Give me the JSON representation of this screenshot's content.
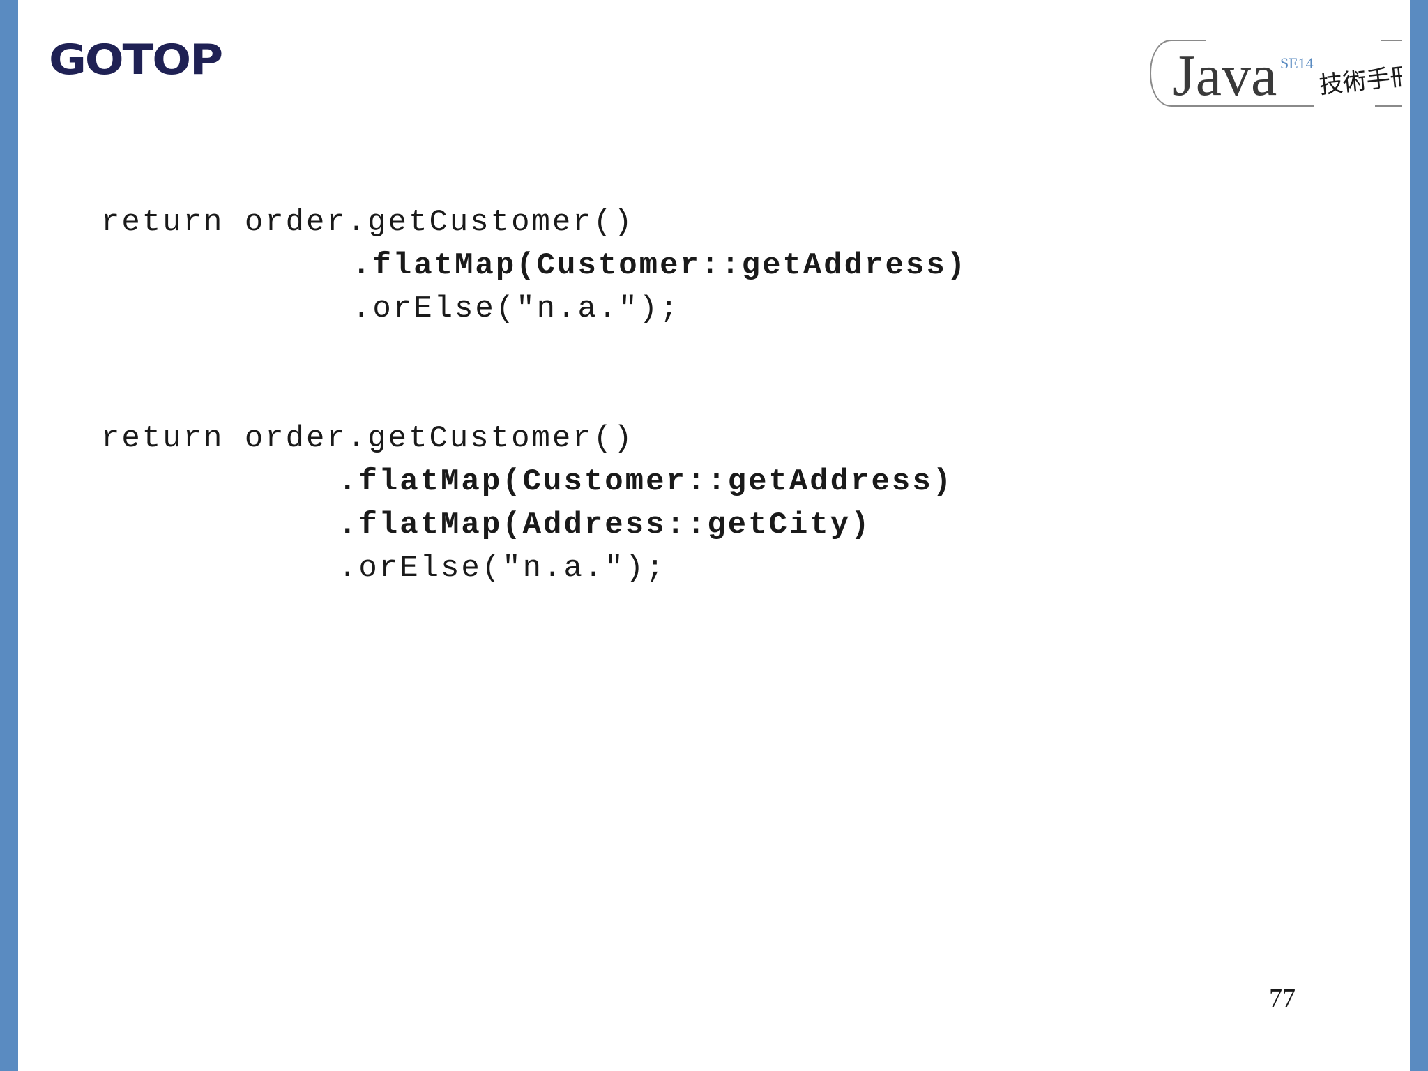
{
  "publisher": {
    "name": "GOTOP",
    "color": "#1f2154"
  },
  "book_logo": {
    "word": "Java",
    "edition": "SE14",
    "chinese": "技術手冊",
    "color": "#3a3a3a",
    "accent": "#5a8bc1"
  },
  "code_examples": [
    {
      "lines": [
        {
          "text": "return order.getCustomer()",
          "bold": false
        },
        {
          "text": ".flatMap(Customer::getAddress)",
          "bold": true
        },
        {
          "text": ".orElse(\"n.a.\");",
          "bold": false
        }
      ]
    },
    {
      "lines": [
        {
          "text": "return order.getCustomer()",
          "bold": false
        },
        {
          "text": ".flatMap(Customer::getAddress)",
          "bold": true
        },
        {
          "text": ".flatMap(Address::getCity)",
          "bold": true
        },
        {
          "text": ".orElse(\"n.a.\");",
          "bold": false
        }
      ]
    }
  ],
  "page_number": "77",
  "colors": {
    "side_bar": "#5a8bc1",
    "text": "#1a1a1a",
    "background": "#ffffff"
  }
}
